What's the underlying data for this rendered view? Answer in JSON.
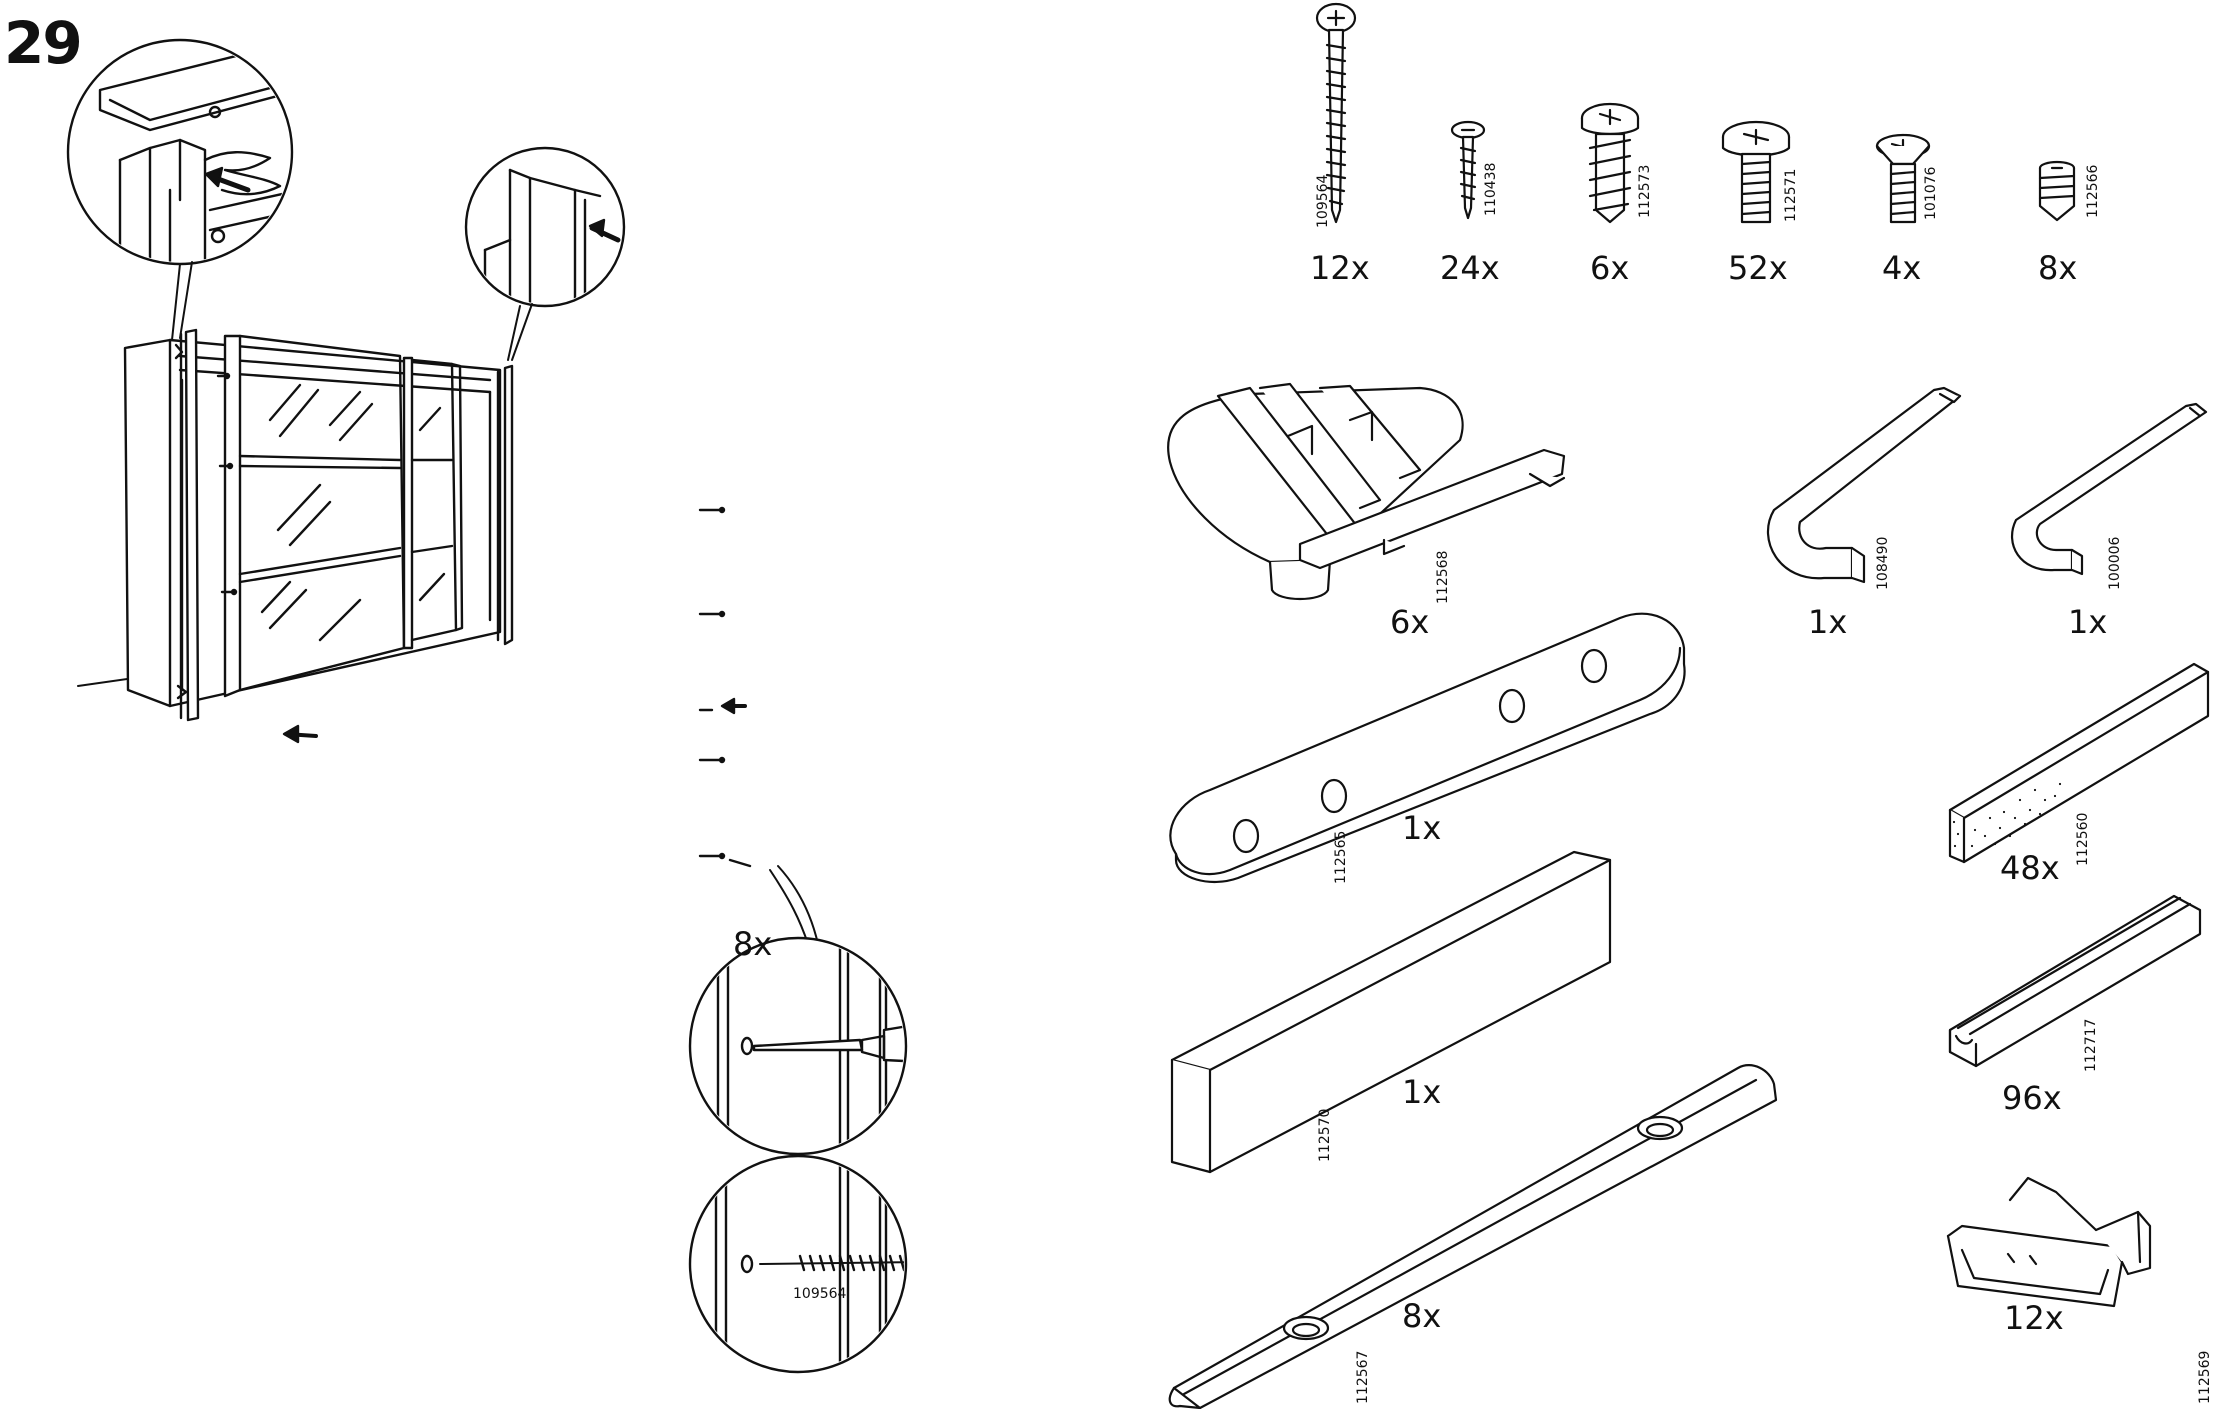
{
  "step": {
    "number": "29"
  },
  "callout": {
    "screw_count": "8x",
    "screw_code": "109564"
  },
  "parts": [
    {
      "id": "screw-long",
      "code": "109564",
      "qty": "12x"
    },
    {
      "id": "screw-small",
      "code": "110438",
      "qty": "24x"
    },
    {
      "id": "screw-threaded",
      "code": "112573",
      "qty": "6x"
    },
    {
      "id": "screw-machine",
      "code": "112571",
      "qty": "52x"
    },
    {
      "id": "screw-countersunk",
      "code": "101076",
      "qty": "4x"
    },
    {
      "id": "set-screw",
      "code": "112566",
      "qty": "8x"
    },
    {
      "id": "guide-block",
      "code": "112568",
      "qty": "6x"
    },
    {
      "id": "allen-key-large",
      "code": "108490",
      "qty": "1x"
    },
    {
      "id": "allen-key-small",
      "code": "100006",
      "qty": "1x"
    },
    {
      "id": "connector-plate",
      "code": "112565",
      "qty": "1x"
    },
    {
      "id": "foam-strip",
      "code": "112560",
      "qty": "48x"
    },
    {
      "id": "rail-profile",
      "code": "112717",
      "qty": "96x"
    },
    {
      "id": "wood-board",
      "code": "112570",
      "qty": "1x"
    },
    {
      "id": "metal-bar",
      "code": "112567",
      "qty": "8x"
    },
    {
      "id": "plastic-clip",
      "code": "112569",
      "qty": "12x"
    }
  ]
}
